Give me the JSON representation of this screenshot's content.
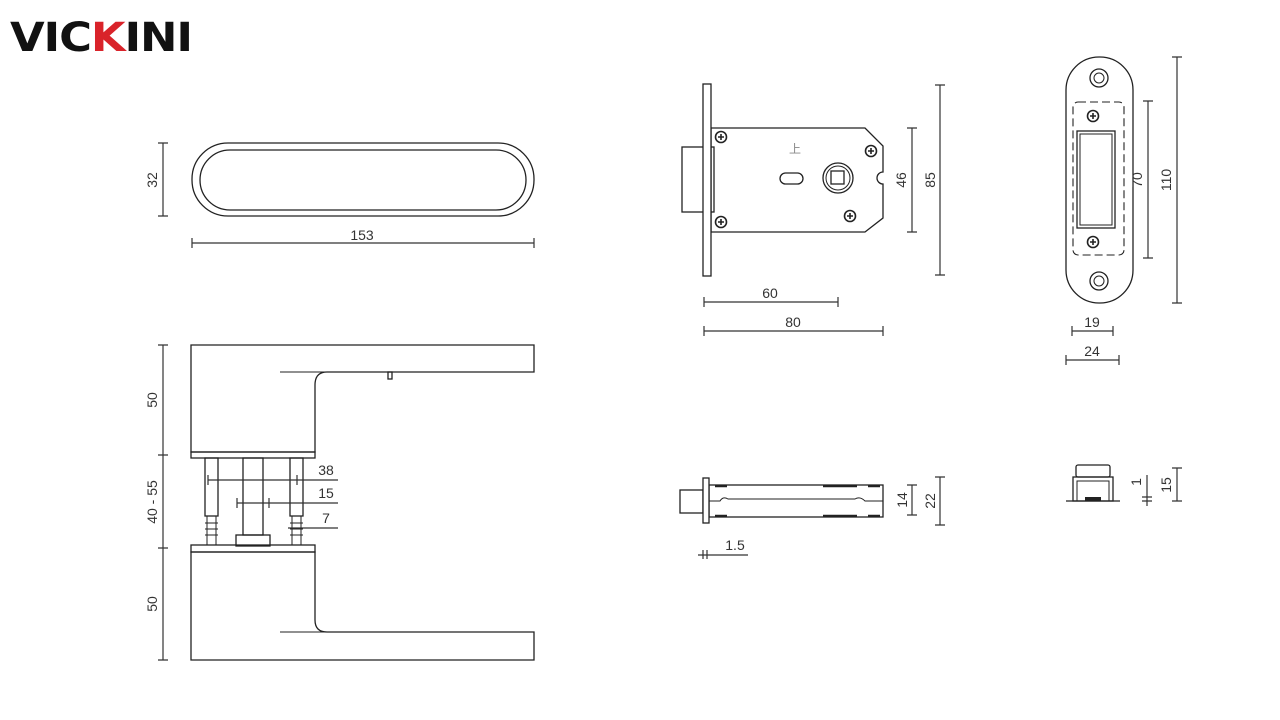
{
  "logo": {
    "text_pre": "VIC",
    "text_k": "K",
    "text_post": "INI",
    "brand_color": "#d9232a"
  },
  "rose": {
    "height": "32",
    "width": "153"
  },
  "lever": {
    "upper_height": "50",
    "door_thickness": "40 - 55",
    "lower_height": "50",
    "spindle_dist": "38",
    "spindle_size": "15",
    "screw_size": "7"
  },
  "lock_body": {
    "mark": "上",
    "height_inner": "46",
    "height_faceplate": "85",
    "backset": "60",
    "depth": "80"
  },
  "strike_plate": {
    "height_inner": "70",
    "height_total": "110",
    "width_inner": "19",
    "width_total": "24"
  },
  "latch_side": {
    "inner": "14",
    "outer": "22",
    "faceplate": "1.5"
  },
  "strike_side": {
    "offset": "1",
    "depth": "15"
  }
}
